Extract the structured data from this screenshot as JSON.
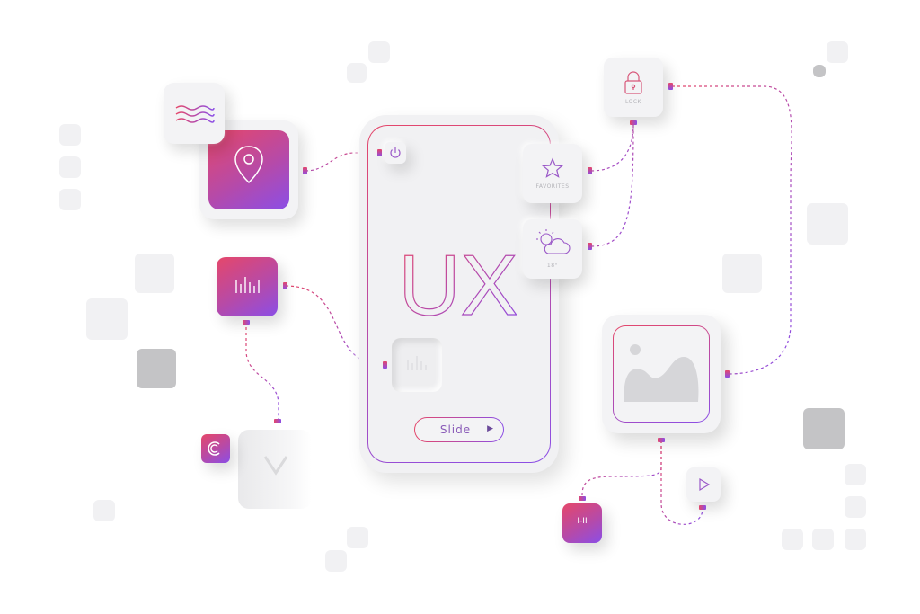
{
  "phone": {
    "headline": "UX",
    "slide_label": "Slide"
  },
  "cards": {
    "favorites_label": "FAVORITES",
    "lock_label": "LOCK",
    "weather_label": "18°"
  },
  "chips": {
    "copyright_symbol": "C",
    "media_label": "I-II"
  },
  "icons": [
    "waves-icon",
    "location-pin-icon",
    "equalizer-icon",
    "power-icon",
    "star-icon",
    "lock-icon",
    "weather-icon",
    "image-icon",
    "play-icon",
    "copyright-icon",
    "media-icon",
    "chevron-right-icon"
  ],
  "colors": {
    "accent_red": "#e5476a",
    "accent_purple": "#8b4ee6",
    "surface": "#f3f3f5",
    "wire": "#d95585"
  }
}
